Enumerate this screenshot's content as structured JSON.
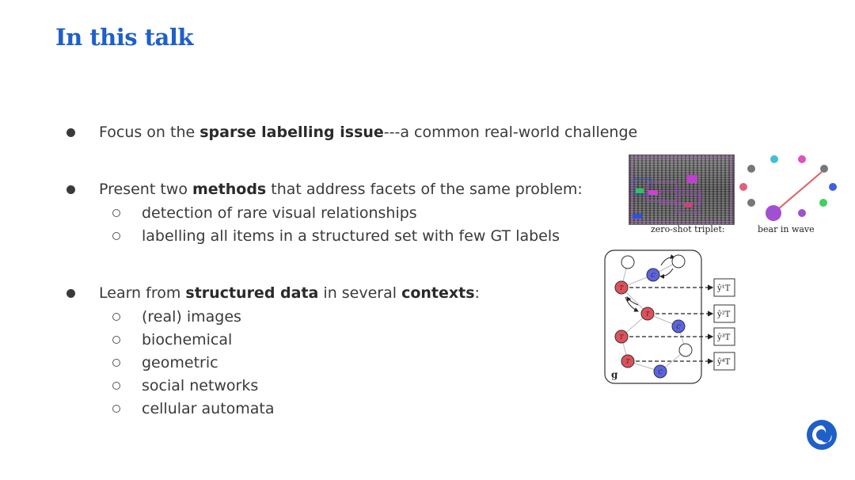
{
  "title": "In this talk",
  "bullets": [
    {
      "pre": "Focus on the ",
      "b1": "sparse labelling issue",
      "mid": "---a common real-world challenge",
      "b2": "",
      "post": ""
    },
    {
      "pre": "Present two ",
      "b1": "methods",
      "mid": " that address facets of the same problem:",
      "b2": "",
      "post": ""
    },
    {
      "pre": "Learn from ",
      "b1": "structured data",
      "mid": " in several ",
      "b2": "contexts",
      "post": ":"
    }
  ],
  "sub_methods": [
    "detection of rare visual relationships",
    "labelling all items in a structured set with few GT labels"
  ],
  "sub_contexts": [
    "(real) images",
    "biochemical",
    "geometric",
    "social networks",
    "cellular automata"
  ],
  "figure": {
    "caption_left": "zero-shot triplet:",
    "caption_right": "bear in wave",
    "graph_panel_label": "g",
    "node_T": "T",
    "node_C": "C",
    "outputs": [
      "ŷ¹T",
      "ŷ²T",
      "ŷ³T",
      "ŷ⁴T"
    ]
  },
  "colors": {
    "title": "#1f5fc8",
    "node_T": "#e0505a",
    "node_C": "#5a64e0",
    "logo": "#1f5fc8"
  },
  "icons": {
    "logo": "company-logo-icon"
  }
}
